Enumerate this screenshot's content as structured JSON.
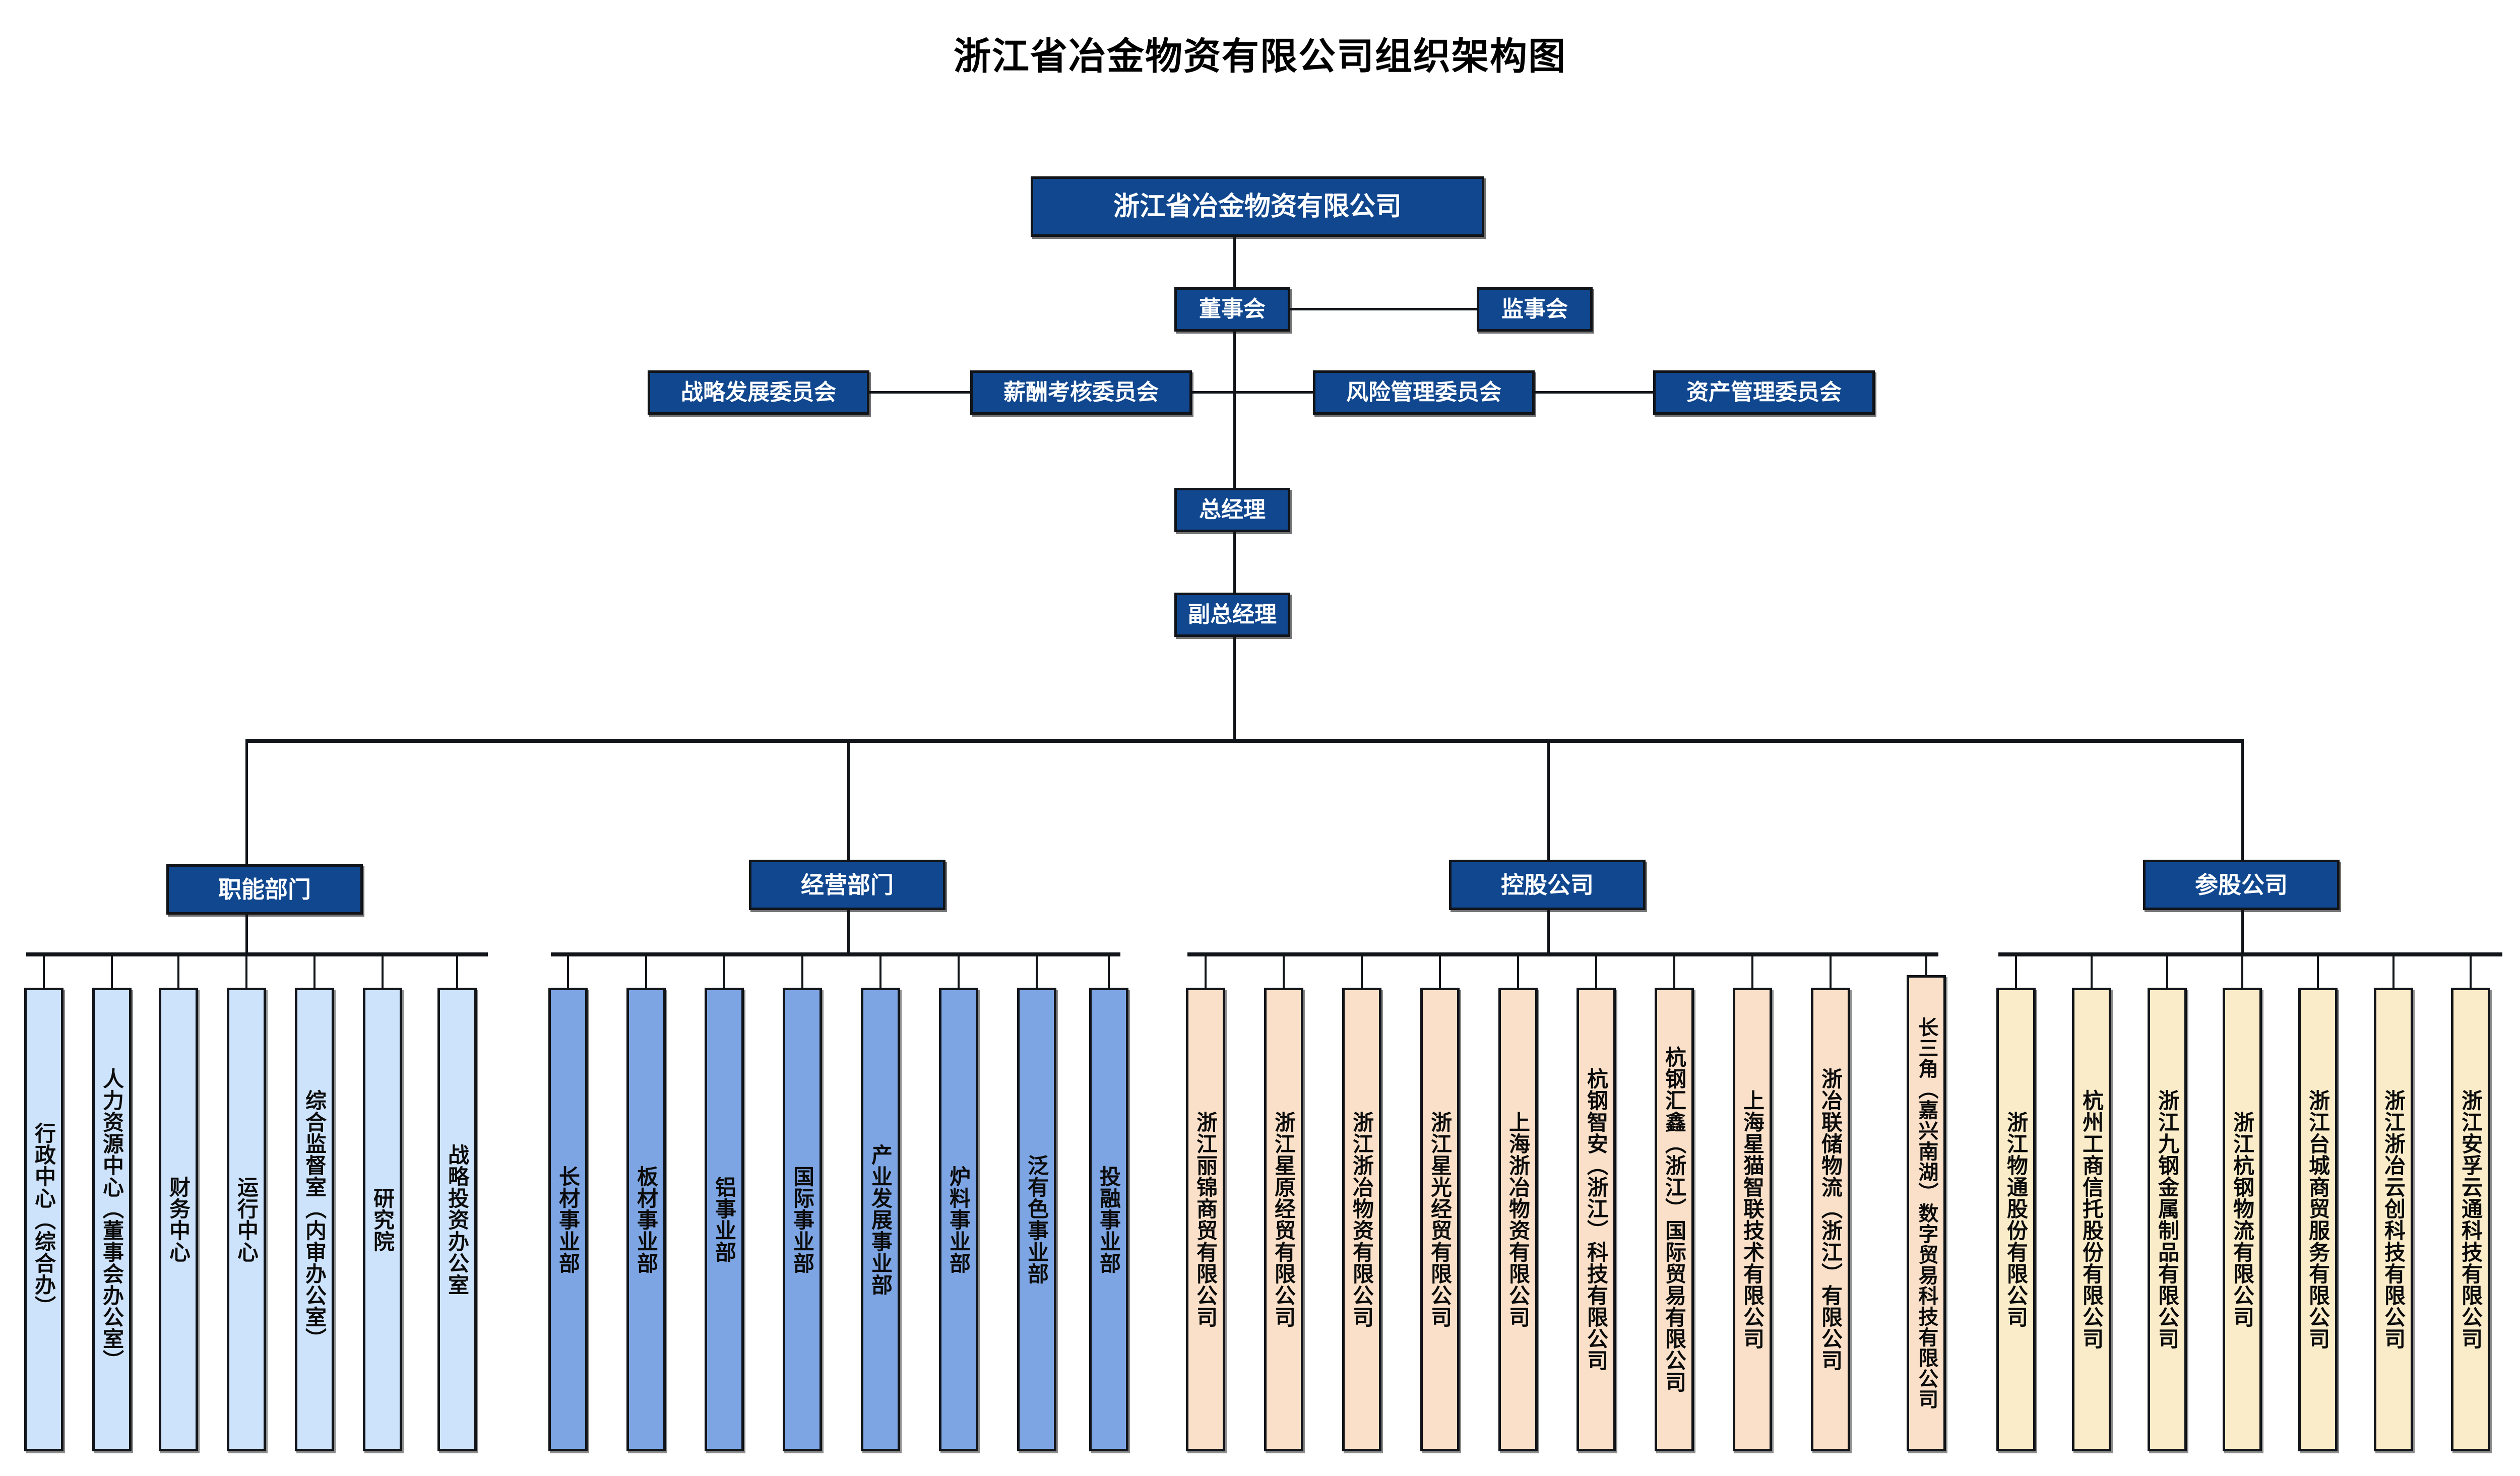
{
  "page": {
    "title": "浙江省冶金物资有限公司组织架构图"
  },
  "colors": {
    "header_box": "#10478f",
    "header_text": "#ffffff",
    "line": "#111418",
    "functional_dept_fill": "#cde2fb",
    "operating_dept_fill": "#7da5e3",
    "holding_company_fill": "#fae0c8",
    "participating_company_fill": "#faecc8",
    "background": "#ffffff"
  },
  "top": {
    "company": "浙江省冶金物资有限公司",
    "board": "董事会",
    "supervisors": "监事会",
    "general_manager": "总经理",
    "deputy_general_manager": "副总经理"
  },
  "committees": [
    {
      "label": "战略发展委员会"
    },
    {
      "label": "薪酬考核委员会"
    },
    {
      "label": "风险管理委员会"
    },
    {
      "label": "资产管理委员会"
    }
  ],
  "categories": [
    {
      "key": "functional",
      "label": "职能部门"
    },
    {
      "key": "operating",
      "label": "经营部门"
    },
    {
      "key": "holding",
      "label": "控股公司"
    },
    {
      "key": "participating",
      "label": "参股公司"
    }
  ],
  "functional_departments": [
    {
      "label": "行政中心（综合办）"
    },
    {
      "label": "人力资源中心（董事会办公室）"
    },
    {
      "label": "财务中心"
    },
    {
      "label": "运行中心"
    },
    {
      "label": "综合监督室（内审办公室）"
    },
    {
      "label": "研究院"
    },
    {
      "label": "战略投资办公室"
    }
  ],
  "operating_departments": [
    {
      "label": "长材事业部"
    },
    {
      "label": "板材事业部"
    },
    {
      "label": "铝事业部"
    },
    {
      "label": "国际事业部"
    },
    {
      "label": "产业发展事业部"
    },
    {
      "label": "炉料事业部"
    },
    {
      "label": "泛有色事业部"
    },
    {
      "label": "投融事业部"
    }
  ],
  "holding_companies": [
    {
      "label": "浙江丽锦商贸有限公司"
    },
    {
      "label": "浙江星原经贸有限公司"
    },
    {
      "label": "浙江浙冶物资有限公司"
    },
    {
      "label": "浙江星光经贸有限公司"
    },
    {
      "label": "上海浙冶物资有限公司"
    },
    {
      "label": "杭钢智安（浙江）科技有限公司"
    },
    {
      "label": "杭钢汇鑫（浙江）国际贸易有限公司"
    },
    {
      "label": "上海星猫智联技术有限公司"
    },
    {
      "label": "浙冶联储物流（浙江）有限公司"
    },
    {
      "label": "长三角（嘉兴南湖）数字贸易科技有限公司"
    }
  ],
  "participating_companies": [
    {
      "label": "浙江物通股份有限公司"
    },
    {
      "label": "杭州工商信托股份有限公司"
    },
    {
      "label": "浙江九钢金属制品有限公司"
    },
    {
      "label": "浙江杭钢物流有限公司"
    },
    {
      "label": "浙江台城商贸服务有限公司"
    },
    {
      "label": "浙江浙冶云创科技有限公司"
    },
    {
      "label": "浙江安孚云通科技有限公司"
    }
  ]
}
